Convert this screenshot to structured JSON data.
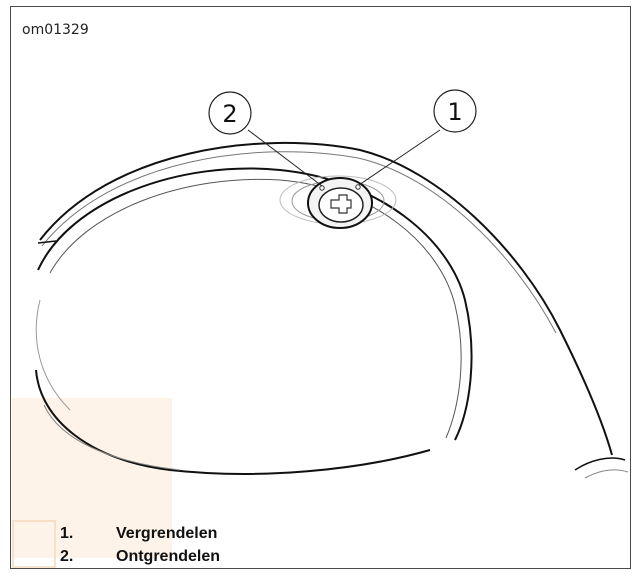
{
  "figure": {
    "code": "om01329",
    "callouts": [
      {
        "number": "1"
      },
      {
        "number": "2"
      }
    ]
  },
  "legend": {
    "items": [
      {
        "number": "1.",
        "label": "Vergrendelen"
      },
      {
        "number": "2.",
        "label": "Ontgrendelen"
      }
    ]
  }
}
